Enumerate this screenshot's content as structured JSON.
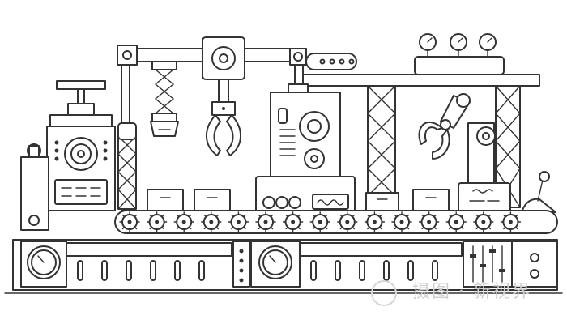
{
  "illustration": {
    "subject": "factory-conveyor-line-outline",
    "stroke_color": "#333333",
    "fill_color": "#ffffff",
    "gear_count_conveyor": 15
  },
  "watermark": {
    "text": "摄图 · 新视界",
    "color": "#cfcfcf"
  }
}
